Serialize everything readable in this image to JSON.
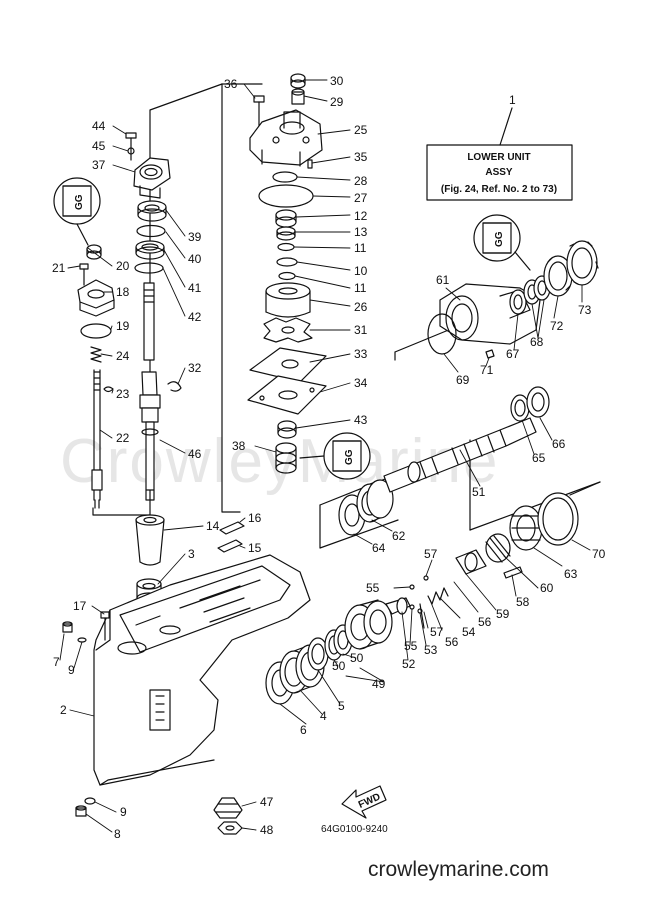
{
  "watermark": "CrowleyMarine",
  "site": "crowleymarine.com",
  "drawing_code": "64G0100-9240",
  "fwd_label": "FWD",
  "callout": {
    "number": "1",
    "line1": "LOWER UNIT",
    "line2": "ASSY",
    "line3": "(Fig. 24, Ref. No. 2 to 73)"
  },
  "sealant_labels": [
    "GG",
    "GG",
    "GG"
  ],
  "labels": {
    "n2": "2",
    "n3": "3",
    "n4": "4",
    "n5": "5",
    "n6": "6",
    "n7": "7",
    "n8": "8",
    "n9a": "9",
    "n9b": "9",
    "n10": "10",
    "n11a": "11",
    "n11b": "11",
    "n12": "12",
    "n13": "13",
    "n14": "14",
    "n15": "15",
    "n16": "16",
    "n17": "17",
    "n18": "18",
    "n19": "19",
    "n20": "20",
    "n21": "21",
    "n22": "22",
    "n23": "23",
    "n24": "24",
    "n25": "25",
    "n26": "26",
    "n27": "27",
    "n28": "28",
    "n29": "29",
    "n30": "30",
    "n31": "31",
    "n32": "32",
    "n33": "33",
    "n34": "34",
    "n35": "35",
    "n36": "36",
    "n37": "37",
    "n38": "38",
    "n39": "39",
    "n40": "40",
    "n41": "41",
    "n42": "42",
    "n43": "43",
    "n44": "44",
    "n45": "45",
    "n46": "46",
    "n47": "47",
    "n48": "48",
    "n49": "49",
    "n50a": "50",
    "n50b": "50",
    "n51": "51",
    "n52": "52",
    "n53": "53",
    "n54": "54",
    "n55a": "55",
    "n55b": "55",
    "n56a": "56",
    "n56b": "56",
    "n57a": "57",
    "n57b": "57",
    "n58": "58",
    "n59": "59",
    "n60": "60",
    "n61": "61",
    "n62": "62",
    "n63": "63",
    "n64": "64",
    "n65": "65",
    "n66": "66",
    "n67": "67",
    "n68": "68",
    "n69": "69",
    "n70": "70",
    "n71": "71",
    "n72": "72",
    "n73": "73"
  }
}
